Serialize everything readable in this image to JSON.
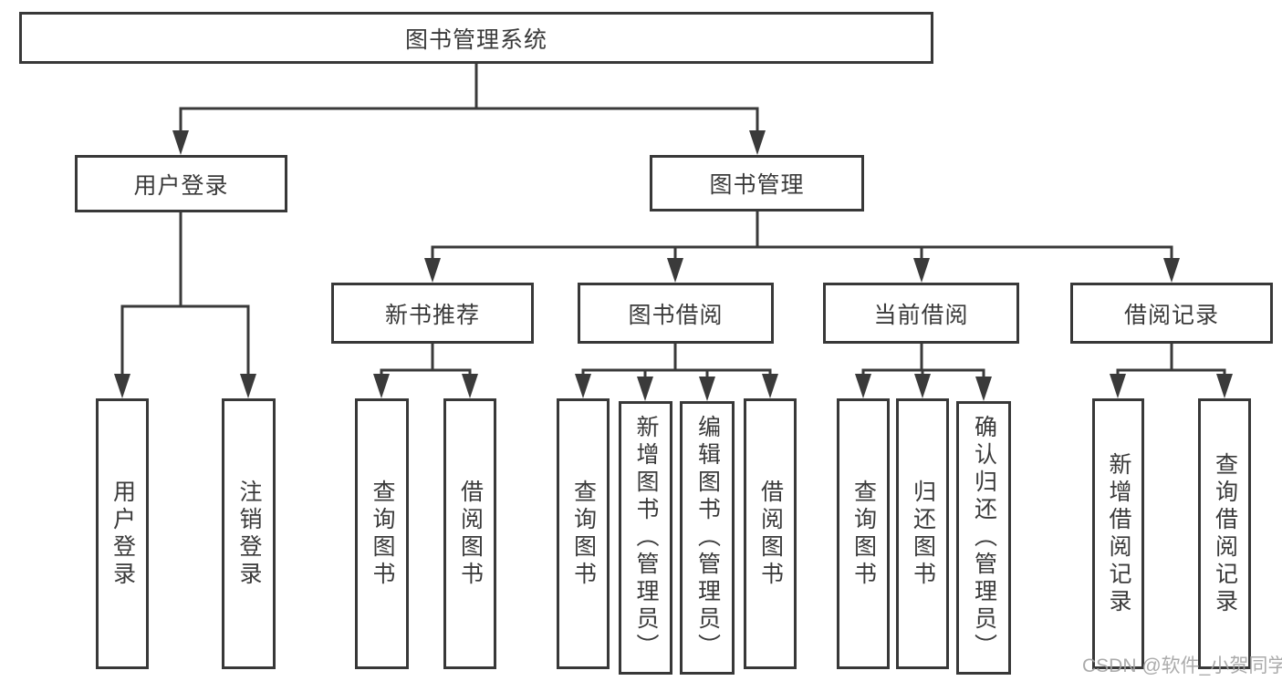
{
  "diagram": {
    "type": "function-structure-tree",
    "colors": {
      "line": "#3a3a3a",
      "box_border": "#383838",
      "text": "#3a3a3a",
      "watermark_text": "#a3a3a3",
      "background": "#ffffff"
    },
    "tree": {
      "label": "图书管理系统",
      "children": [
        {
          "label": "用户登录",
          "children": [
            {
              "label": "用户登录"
            },
            {
              "label": "注销登录"
            }
          ]
        },
        {
          "label": "图书管理",
          "children": [
            {
              "label": "新书推荐",
              "children": [
                {
                  "label": "查询图书"
                },
                {
                  "label": "借阅图书"
                }
              ]
            },
            {
              "label": "图书借阅",
              "children": [
                {
                  "label": "查询图书"
                },
                {
                  "label": "新增图书（管理员）"
                },
                {
                  "label": "编辑图书（管理员）"
                },
                {
                  "label": "借阅图书"
                }
              ]
            },
            {
              "label": "当前借阅",
              "children": [
                {
                  "label": "查询图书"
                },
                {
                  "label": "归还图书"
                },
                {
                  "label": "确认归还（管理员）"
                }
              ]
            },
            {
              "label": "借阅记录",
              "children": [
                {
                  "label": "新增借阅记录"
                },
                {
                  "label": "查询借阅记录"
                }
              ]
            }
          ]
        }
      ]
    },
    "watermark": {
      "text": "CSDN @软件_小贺同学"
    }
  }
}
